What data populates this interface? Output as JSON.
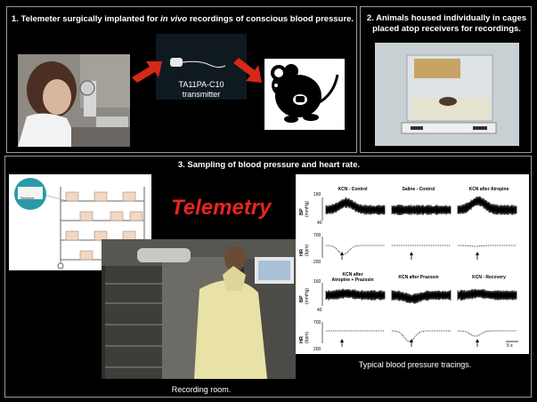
{
  "panel1": {
    "title_prefix": "1. Telemeter surgically implanted for ",
    "title_italic": "in vivo",
    "title_suffix": " recordings of conscious blood pressure.",
    "device_label_line1": "TA11PA-C10",
    "device_label_line2": "transmitter"
  },
  "panel2": {
    "title_line1": "2. Animals housed individually in cages",
    "title_line2": "placed atop receivers for recordings."
  },
  "panel3": {
    "title": "3. Sampling of blood pressure and heart rate.",
    "telemetry_label": "Telemetry",
    "rack_label": "Receiver",
    "room_caption": "Recording room.",
    "tracings_caption": "Typical blood pressure tracings."
  },
  "tracings": {
    "row1": [
      "KCN - Control",
      "Saline - Control",
      "KCN after Atropine"
    ],
    "row2_line1": [
      "KCN after",
      "KCN after Prazosin",
      "KCN - Recovery"
    ],
    "row2_line2": [
      "Atropine + Prazosin",
      "",
      ""
    ],
    "bp_label": "BP",
    "bp_unit": "(mmHg)",
    "hr_label": "HR",
    "hr_unit": "(bpm)",
    "bp_ticks": [
      "160",
      "40"
    ],
    "hr_ticks": [
      "700",
      "200"
    ],
    "scale_bar": "5 s"
  },
  "colors": {
    "arrow": "#d62818",
    "telemetry": "#e8261c",
    "panel_border": "#9a9a9a"
  }
}
